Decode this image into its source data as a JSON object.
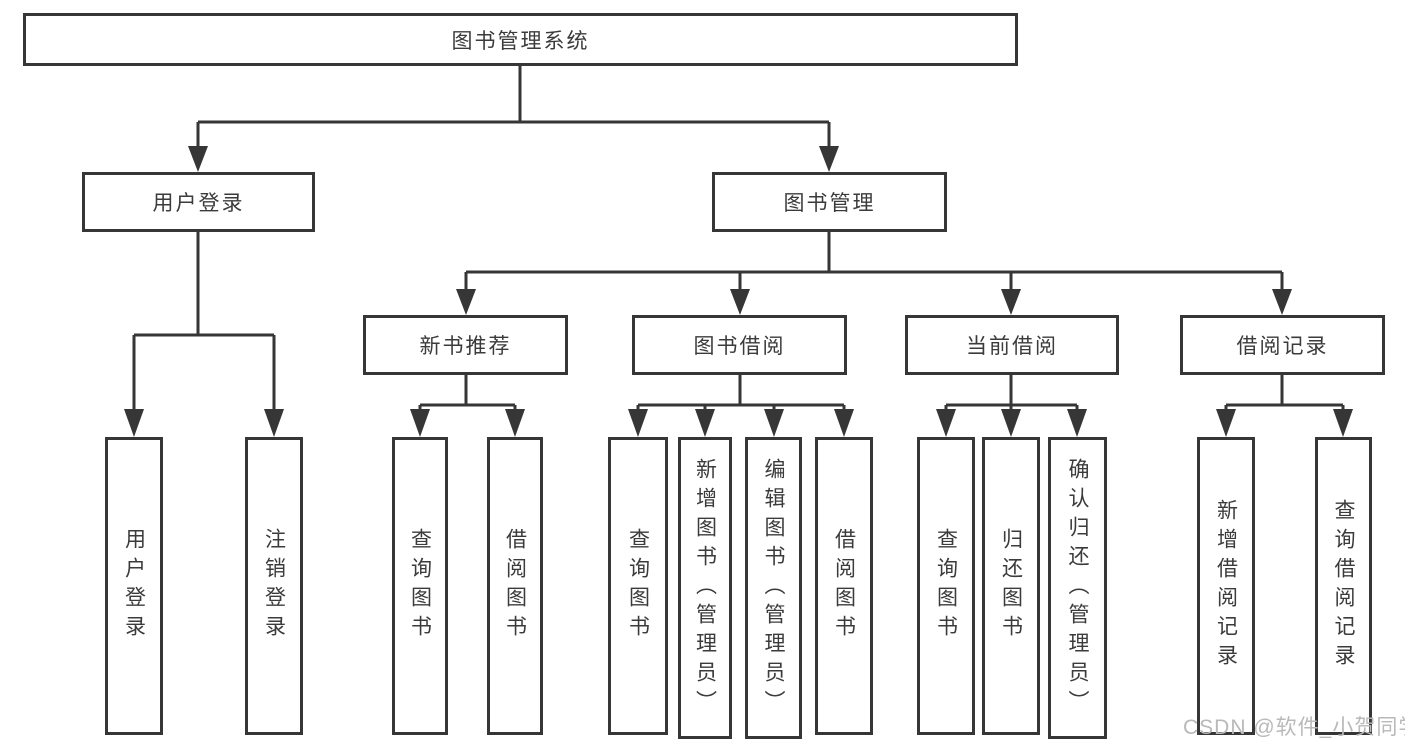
{
  "diagram": {
    "title": "图书管理系统",
    "nodes": [
      {
        "label": "用户登录",
        "children": [
          "用户登录",
          "注销登录"
        ]
      },
      {
        "label": "图书管理",
        "children": [
          {
            "label": "新书推荐",
            "children": [
              "查询图书",
              "借阅图书"
            ]
          },
          {
            "label": "图书借阅",
            "children": [
              "查询图书",
              "新增图书（管理员）",
              "编辑图书（管理员）",
              "借阅图书"
            ]
          },
          {
            "label": "当前借阅",
            "children": [
              "查询图书",
              "归还图书",
              "确认归还（管理员）"
            ]
          },
          {
            "label": "借阅记录",
            "children": [
              "新增借阅记录",
              "查询借阅记录"
            ]
          }
        ]
      }
    ]
  },
  "watermark": "CSDN @软件_小贺同学",
  "colors": {
    "line": "#363636",
    "text": "#3b3b3b",
    "watermark_text": "#b9b9b9",
    "background": "#ffffff"
  }
}
